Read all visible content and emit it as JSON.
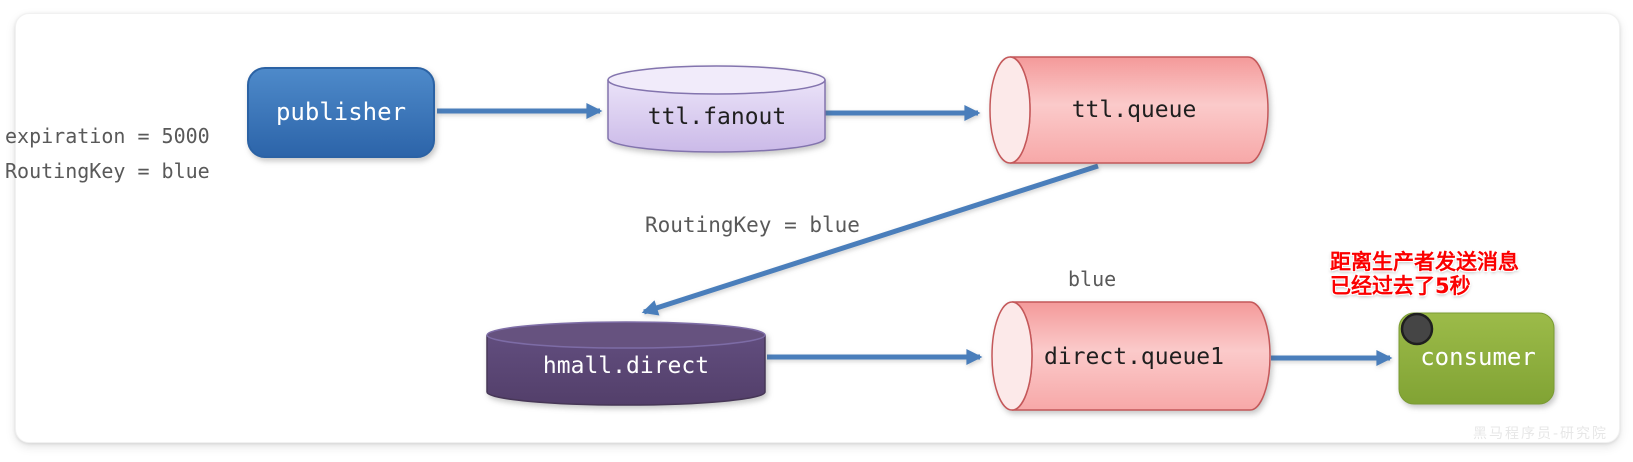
{
  "nodes": {
    "publisher": {
      "label": "publisher"
    },
    "ttl_fanout": {
      "label": "ttl.fanout"
    },
    "ttl_queue": {
      "label": "ttl.queue"
    },
    "hmall_direct": {
      "label": "hmall.direct"
    },
    "direct_queue1": {
      "label": "direct.queue1"
    },
    "consumer": {
      "label": "consumer"
    }
  },
  "annotations": {
    "expiration": "expiration = 5000",
    "routing_key_publisher": "RoutingKey = blue",
    "routing_key_binding": "RoutingKey = blue",
    "queue_binding_key": "blue",
    "elapsed_note": {
      "line1": "距离生产者发送消息",
      "line2_prefix": "已经过去了",
      "line2_highlight": "5",
      "line2_suffix": "秒"
    }
  },
  "watermark": "黑马程序员-研究院",
  "colors": {
    "arrow": "#4a7ebb",
    "publisher_fill": "#3674b9",
    "consumer_fill": "#8fae3c",
    "consumer_dot": "#454545",
    "exchange_fanout_fill": "#d9cdf0",
    "exchange_fanout_stroke": "#8374ae",
    "exchange_direct_fill": "#5c4876",
    "queue_fill": "#f8b4b4",
    "queue_stroke": "#c4585a",
    "annotation_text": "#595959",
    "note_text": "#fb0000"
  }
}
